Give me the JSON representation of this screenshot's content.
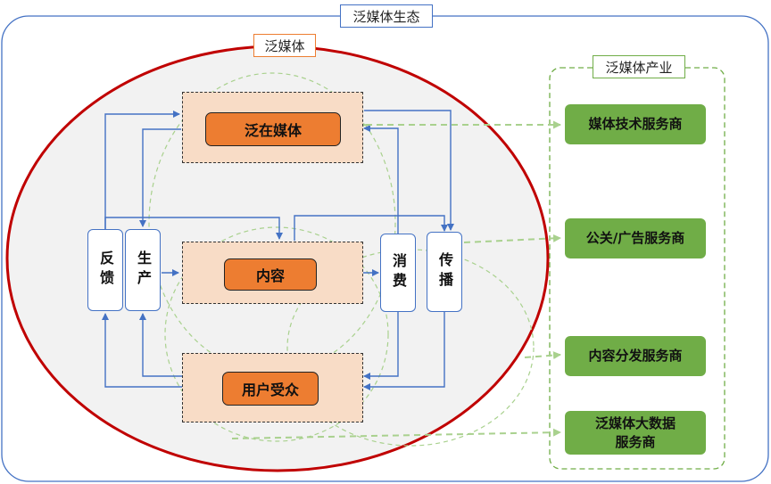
{
  "title": "泛媒体生态",
  "pan_media": {
    "title": "泛媒体",
    "nodes": {
      "ubiquitous_media": "泛在媒体",
      "content": "内容",
      "user_audience": "用户受众",
      "feedback": "反馈",
      "production": "生产",
      "consumption": "消费",
      "dissemination": "传播"
    }
  },
  "industry": {
    "title": "泛媒体产业",
    "providers": [
      "媒体技术服务商",
      "公关/广告服务商",
      "内容分发服务商",
      "泛媒体大数据\n服务商"
    ]
  },
  "colors": {
    "ecosystem_border": "#4472c4",
    "ellipse_border": "#c00000",
    "ellipse_fill": "#f2f2f2",
    "core_fill": "#ed7d31",
    "zone_fill": "#f8dcc6",
    "flow_arrow": "#4472c4",
    "provider_fill": "#70ad47",
    "industry_border": "#70ad47",
    "dashed_link": "#a9d18e"
  }
}
